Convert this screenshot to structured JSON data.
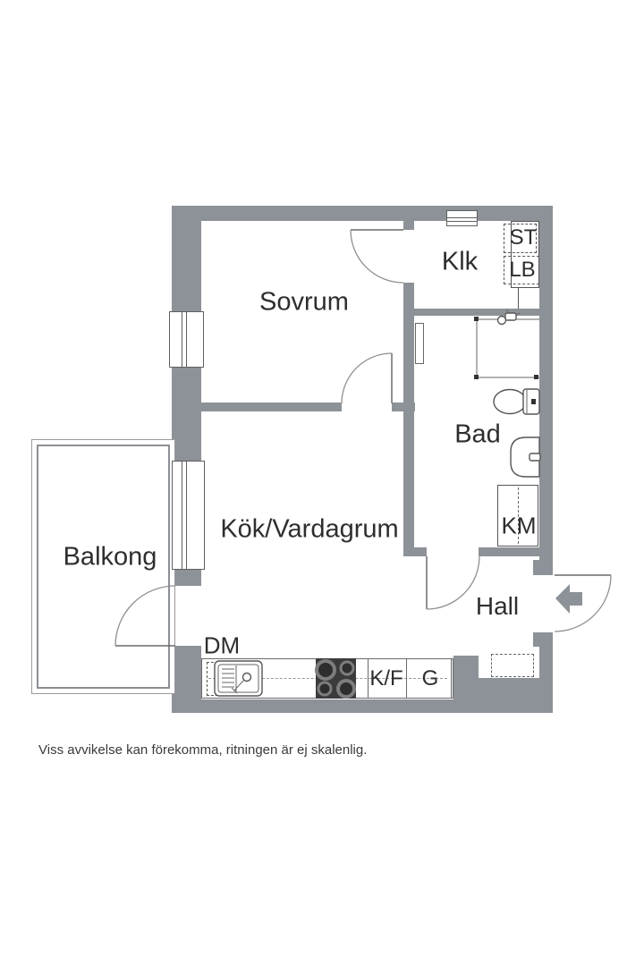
{
  "colors": {
    "wall": "#8d9298",
    "arc": "#8f8f8f",
    "line": "#555555",
    "text": "#2e2e2e"
  },
  "floorplan": {
    "rooms": {
      "bedroom": "Sovrum",
      "closet": "Klk",
      "bathroom": "Bad",
      "kitchen_living": "Kök/Vardagrum",
      "balcony": "Balkong",
      "hall": "Hall"
    },
    "units": {
      "st": "ST",
      "lb": "LB",
      "km": "KM",
      "dm": "DM",
      "kf": "K/F",
      "g": "G"
    },
    "icons": {
      "entry_arrow": "left-arrow",
      "shower": "shower-corner",
      "toilet": "toilet",
      "basin": "wash-basin",
      "stove": "cooktop-4-burners",
      "sink": "kitchen-sink"
    }
  },
  "footer": {
    "disclaimer": "Viss avvikelse kan förekomma, ritningen är ej skalenlig."
  }
}
